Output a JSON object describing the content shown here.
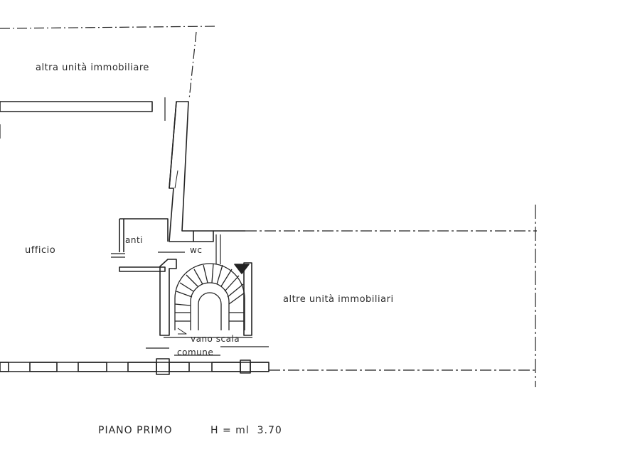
{
  "rooms": {
    "top": "altra unità immobiliare",
    "office": "ufficio",
    "anti": "anti",
    "wc": "wc",
    "right": "altre unità immobiliari",
    "stair_line1": "vano scala",
    "stair_line2": "comune"
  },
  "footer": {
    "floor": "PIANO PRIMO",
    "height": "H = ml  3.70"
  }
}
